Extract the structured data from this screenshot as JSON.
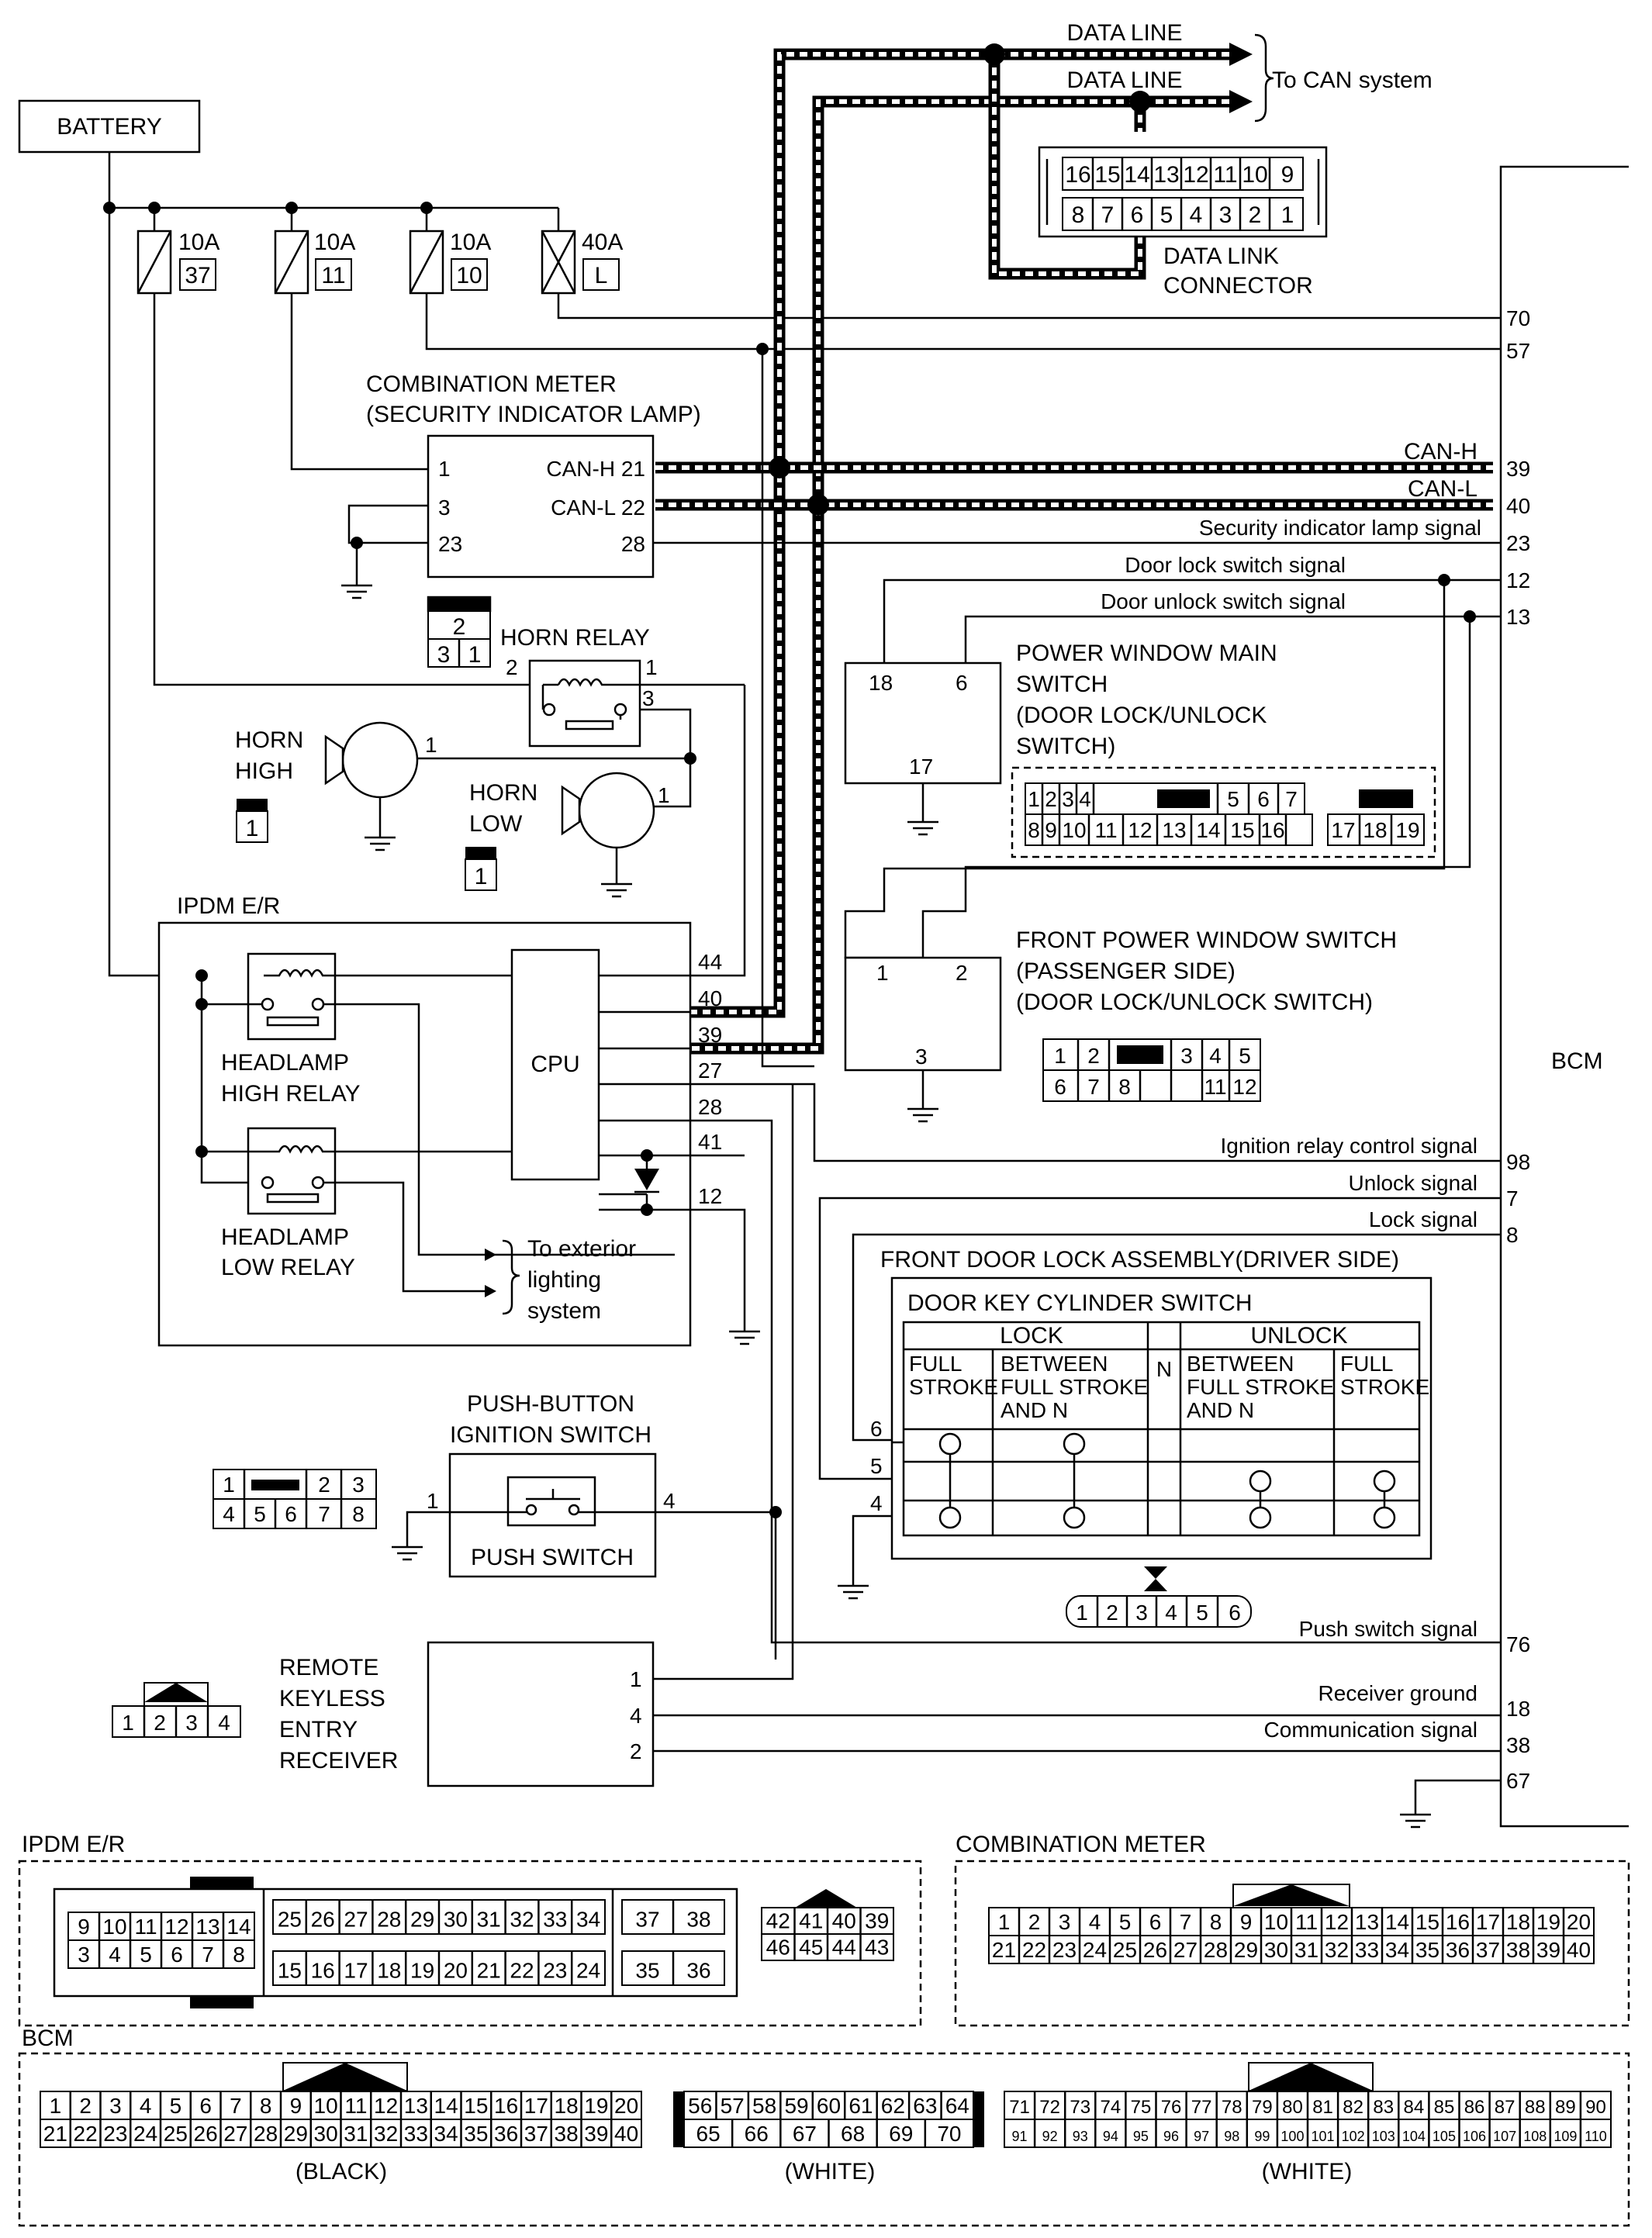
{
  "battery": "BATTERY",
  "fuses": [
    {
      "amp": "10A",
      "num": "37"
    },
    {
      "amp": "10A",
      "num": "11"
    },
    {
      "amp": "10A",
      "num": "10"
    },
    {
      "amp": "40A",
      "num": "L"
    }
  ],
  "can": {
    "data_line": "DATA LINE",
    "to_can": "To CAN system",
    "can_h": "CAN-H",
    "can_l": "CAN-L"
  },
  "dlc": {
    "row1": [
      "16",
      "15",
      "14",
      "13",
      "12",
      "11",
      "10",
      "9"
    ],
    "row2": [
      "8",
      "7",
      "6",
      "5",
      "4",
      "3",
      "2",
      "1"
    ],
    "title_l1": "DATA LINK",
    "title_l2": "CONNECTOR"
  },
  "meter": {
    "title_l1": "COMBINATION METER",
    "title_l2": "(SECURITY INDICATOR LAMP)",
    "pin1": "1",
    "pin3": "3",
    "pin23": "23",
    "canh": "CAN-H 21",
    "canl": "CAN-L  22",
    "pin28": "28"
  },
  "horn_relay": {
    "title": "HORN RELAY",
    "pin2": "2",
    "pin1": "1",
    "pin3": "3",
    "conn_top": "2",
    "conn_b1": "3",
    "conn_b2": "1"
  },
  "horns": {
    "high_l1": "HORN",
    "high_l2": "HIGH",
    "low_l1": "HORN",
    "low_l2": "LOW",
    "pin": "1"
  },
  "ipdm": {
    "title": "IPDM E/R",
    "cpu": "CPU",
    "hi_l1": "HEADLAMP",
    "hi_l2": "HIGH RELAY",
    "lo_l1": "HEADLAMP",
    "lo_l2": "LOW RELAY",
    "ext_l1": "To exterior",
    "ext_l2": "lighting",
    "ext_l3": "system",
    "pins": [
      "44",
      "40",
      "39",
      "27",
      "28",
      "41",
      "12"
    ]
  },
  "pw_main": {
    "l1": "POWER WINDOW MAIN",
    "l2": "SWITCH",
    "l3": "(DOOR LOCK/UNLOCK",
    "l4": "SWITCH)",
    "pin18": "18",
    "pin6": "6",
    "pin17": "17",
    "conn_r1": [
      "1",
      "2",
      "3",
      "4",
      "",
      "5",
      "6",
      "7"
    ],
    "conn_r2": [
      "8",
      "9",
      "10",
      "11",
      "12",
      "13",
      "14",
      "15",
      "16"
    ],
    "conn_small": [
      "17",
      "18",
      "19"
    ]
  },
  "pw_pass": {
    "l1": "FRONT POWER WINDOW SWITCH",
    "l2": "(PASSENGER SIDE)",
    "l3": "(DOOR LOCK/UNLOCK SWITCH)",
    "pin1": "1",
    "pin2": "2",
    "pin3": "3",
    "conn_r1": [
      "1",
      "2",
      "",
      "3",
      "4",
      "5"
    ],
    "conn_r2": [
      "6",
      "7",
      "8",
      "",
      "11",
      "12"
    ]
  },
  "signals": {
    "security": "Security indicator lamp signal",
    "door_lock": "Door lock switch signal",
    "door_unlock": "Door unlock switch signal",
    "ign_relay": "Ignition relay control signal",
    "unlock": "Unlock signal",
    "lock": "Lock signal",
    "push": "Push switch signal",
    "rcv_gnd": "Receiver ground",
    "comm": "Communication signal"
  },
  "bcm": {
    "title": "BCM",
    "pins": [
      "70",
      "57",
      "39",
      "40",
      "23",
      "12",
      "13",
      "98",
      "7",
      "8",
      "76",
      "18",
      "38",
      "67"
    ]
  },
  "door_lock": {
    "title": "FRONT DOOR LOCK ASSEMBLY(DRIVER SIDE)",
    "cyl": "DOOR KEY CYLINDER SWITCH",
    "lock": "LOCK",
    "unlock": "UNLOCK",
    "n": "N",
    "full_l1": "FULL",
    "full_l2": "STROKE",
    "btw_l1": "BETWEEN",
    "btw_l2": "FULL STROKE",
    "btw_l3": "AND N",
    "pin6": "6",
    "pin5": "5",
    "pin4": "4",
    "conn": [
      "1",
      "2",
      "3",
      "4",
      "5",
      "6"
    ]
  },
  "push_ign": {
    "title_l1": "PUSH-BUTTON",
    "title_l2": "IGNITION SWITCH",
    "inner": "PUSH SWITCH",
    "pin1": "1",
    "pin4": "4",
    "conn_r1": [
      "1",
      "",
      "2",
      "3"
    ],
    "conn_r2": [
      "4",
      "5",
      "6",
      "7",
      "8"
    ]
  },
  "receiver": {
    "l1": "REMOTE",
    "l2": "KEYLESS",
    "l3": "ENTRY",
    "l4": "RECEIVER",
    "pin1": "1",
    "pin4": "4",
    "pin2": "2",
    "conn": [
      "1",
      "2",
      "3",
      "4"
    ]
  },
  "conn_ipdm": {
    "title": "IPDM E/R",
    "a_r1": [
      "9",
      "10",
      "11",
      "12",
      "13",
      "14"
    ],
    "a_r2": [
      "3",
      "4",
      "5",
      "6",
      "7",
      "8"
    ],
    "b_r1": [
      "25",
      "26",
      "27",
      "28",
      "29",
      "30",
      "31",
      "32",
      "33",
      "34"
    ],
    "b_r2": [
      "15",
      "16",
      "17",
      "18",
      "19",
      "20",
      "21",
      "22",
      "23",
      "24"
    ],
    "c_r1": [
      "37",
      "38"
    ],
    "c_r2": [
      "35",
      "36"
    ],
    "d_r1": [
      "42",
      "41",
      "40",
      "39"
    ],
    "d_r2": [
      "46",
      "45",
      "44",
      "43"
    ]
  },
  "conn_meter": {
    "title": "COMBINATION METER",
    "r1": [
      "1",
      "2",
      "3",
      "4",
      "5",
      "6",
      "7",
      "8",
      "9",
      "10",
      "11",
      "12",
      "13",
      "14",
      "15",
      "16",
      "17",
      "18",
      "19",
      "20"
    ],
    "r2": [
      "21",
      "22",
      "23",
      "24",
      "25",
      "26",
      "27",
      "28",
      "29",
      "30",
      "31",
      "32",
      "33",
      "34",
      "35",
      "36",
      "37",
      "38",
      "39",
      "40"
    ]
  },
  "conn_bcm": {
    "title": "BCM",
    "a_r1": [
      "1",
      "2",
      "3",
      "4",
      "5",
      "6",
      "7",
      "8",
      "9",
      "10",
      "11",
      "12",
      "13",
      "14",
      "15",
      "16",
      "17",
      "18",
      "19",
      "20"
    ],
    "a_r2": [
      "21",
      "22",
      "23",
      "24",
      "25",
      "26",
      "27",
      "28",
      "29",
      "30",
      "31",
      "32",
      "33",
      "34",
      "35",
      "36",
      "37",
      "38",
      "39",
      "40"
    ],
    "a_label": "(BLACK)",
    "b_r1": [
      "56",
      "57",
      "58",
      "59",
      "60",
      "61",
      "62",
      "63",
      "64"
    ],
    "b_r2": [
      "65",
      "66",
      "67",
      "68",
      "69",
      "70"
    ],
    "b_label": "(WHITE)",
    "c_r1": [
      "71",
      "72",
      "73",
      "74",
      "75",
      "76",
      "77",
      "78",
      "79",
      "80",
      "81",
      "82",
      "83",
      "84",
      "85",
      "86",
      "87",
      "88",
      "89",
      "90"
    ],
    "c_r2": [
      "91",
      "92",
      "93",
      "94",
      "95",
      "96",
      "97",
      "98",
      "99",
      "100",
      "101",
      "102",
      "103",
      "104",
      "105",
      "106",
      "107",
      "108",
      "109",
      "110"
    ],
    "c_label": "(WHITE)"
  }
}
